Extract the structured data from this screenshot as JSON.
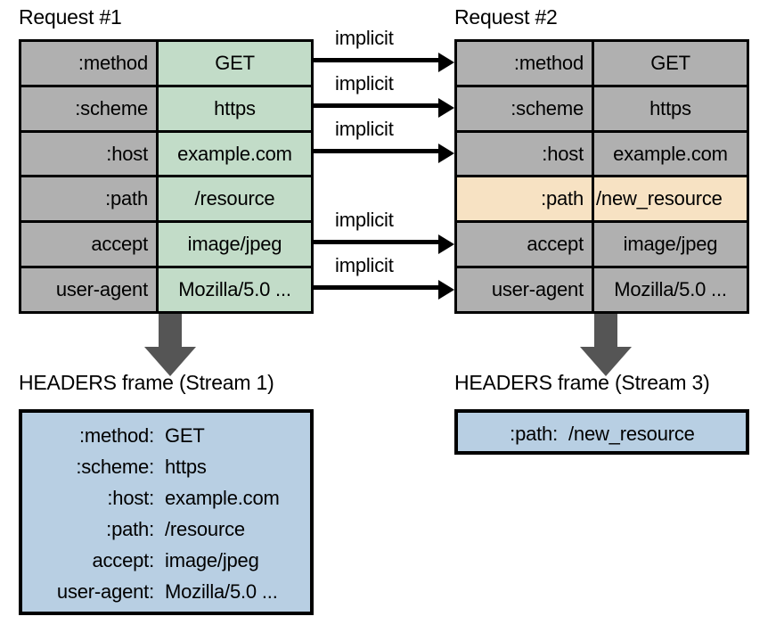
{
  "diagram": {
    "title_request1": "Request #1",
    "title_request2": "Request #2",
    "title_headers_frame_1": "HEADERS frame (Stream 1)",
    "title_headers_frame_2": "HEADERS frame (Stream 3)",
    "implicit_label": "implicit",
    "colors": {
      "header_name_gray": "#b0b0b0",
      "value_green": "#c2dcc8",
      "value_orange": "#f7e2c3",
      "frame_blue": "#b8cfe3",
      "arrow_gray": "#555555",
      "border_black": "#000000"
    }
  },
  "request1": {
    "rows": [
      {
        "name": ":method",
        "value": "GET",
        "name_bg": "gray",
        "value_bg": "green",
        "implicit": true
      },
      {
        "name": ":scheme",
        "value": "https",
        "name_bg": "gray",
        "value_bg": "green",
        "implicit": true
      },
      {
        "name": ":host",
        "value": "example.com",
        "name_bg": "gray",
        "value_bg": "green",
        "implicit": true
      },
      {
        "name": ":path",
        "value": "/resource",
        "name_bg": "gray",
        "value_bg": "green",
        "implicit": false
      },
      {
        "name": "accept",
        "value": "image/jpeg",
        "name_bg": "gray",
        "value_bg": "green",
        "implicit": true
      },
      {
        "name": "user-agent",
        "value": "Mozilla/5.0 ...",
        "name_bg": "gray",
        "value_bg": "green",
        "implicit": true
      }
    ]
  },
  "request2": {
    "rows": [
      {
        "name": ":method",
        "value": "GET",
        "name_bg": "gray",
        "value_bg": "gray"
      },
      {
        "name": ":scheme",
        "value": "https",
        "name_bg": "gray",
        "value_bg": "gray"
      },
      {
        "name": ":host",
        "value": "example.com",
        "name_bg": "gray",
        "value_bg": "gray"
      },
      {
        "name": ":path",
        "value": "/new_resource",
        "name_bg": "orange",
        "value_bg": "orange"
      },
      {
        "name": "accept",
        "value": "image/jpeg",
        "name_bg": "gray",
        "value_bg": "gray"
      },
      {
        "name": "user-agent",
        "value": "Mozilla/5.0 ...",
        "name_bg": "gray",
        "value_bg": "gray"
      }
    ]
  },
  "headers_frame_1": {
    "lines": [
      {
        "key": ":method:",
        "value": "GET"
      },
      {
        "key": ":scheme:",
        "value": "https"
      },
      {
        "key": ":host:",
        "value": "example.com"
      },
      {
        "key": ":path:",
        "value": "/resource"
      },
      {
        "key": "accept:",
        "value": "image/jpeg"
      },
      {
        "key": "user-agent:",
        "value": "Mozilla/5.0 ..."
      }
    ]
  },
  "headers_frame_2": {
    "lines": [
      {
        "key": ":path:",
        "value": "/new_resource"
      }
    ]
  }
}
